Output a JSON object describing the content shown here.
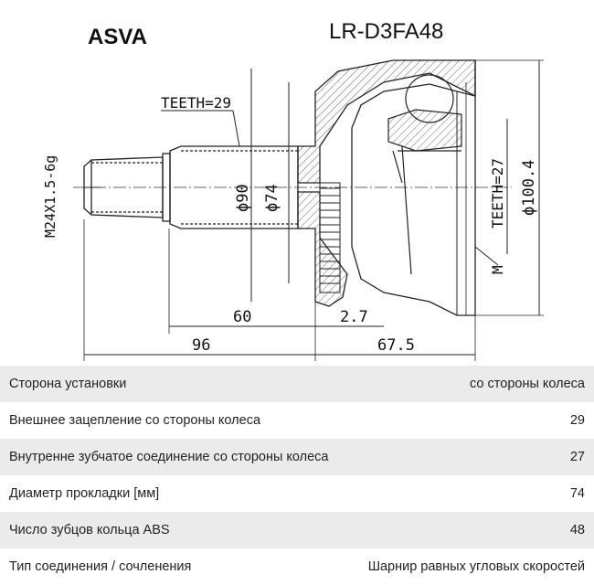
{
  "drawing": {
    "brand": "ASVA",
    "part_number": "LR-D3FA48",
    "labels": {
      "teeth_outer": "TEETH=29",
      "thread": "M24X1.5-6g",
      "dia_90": "ϕ90",
      "dia_74": "ϕ74",
      "teeth_inner": "TEETH=27",
      "dia_100": "ϕ100.4",
      "m_label": "M",
      "dim_60": "60",
      "dim_2_7": "2.7",
      "dim_96": "96",
      "dim_67_5": "67.5"
    }
  },
  "specs": [
    {
      "label": "Сторона установки",
      "value": "со стороны колеса"
    },
    {
      "label": "Внешнее зацепление со стороны колеса",
      "value": "29"
    },
    {
      "label": "Внутренне зубчатое соединение со стороны колеса",
      "value": "27"
    },
    {
      "label": "Диаметр прокладки [мм]",
      "value": "74"
    },
    {
      "label": "Число зубцов кольца ABS",
      "value": "48"
    },
    {
      "label": "Тип соединения / сочленения",
      "value": "Шарнир равных угловых скоростей"
    }
  ]
}
